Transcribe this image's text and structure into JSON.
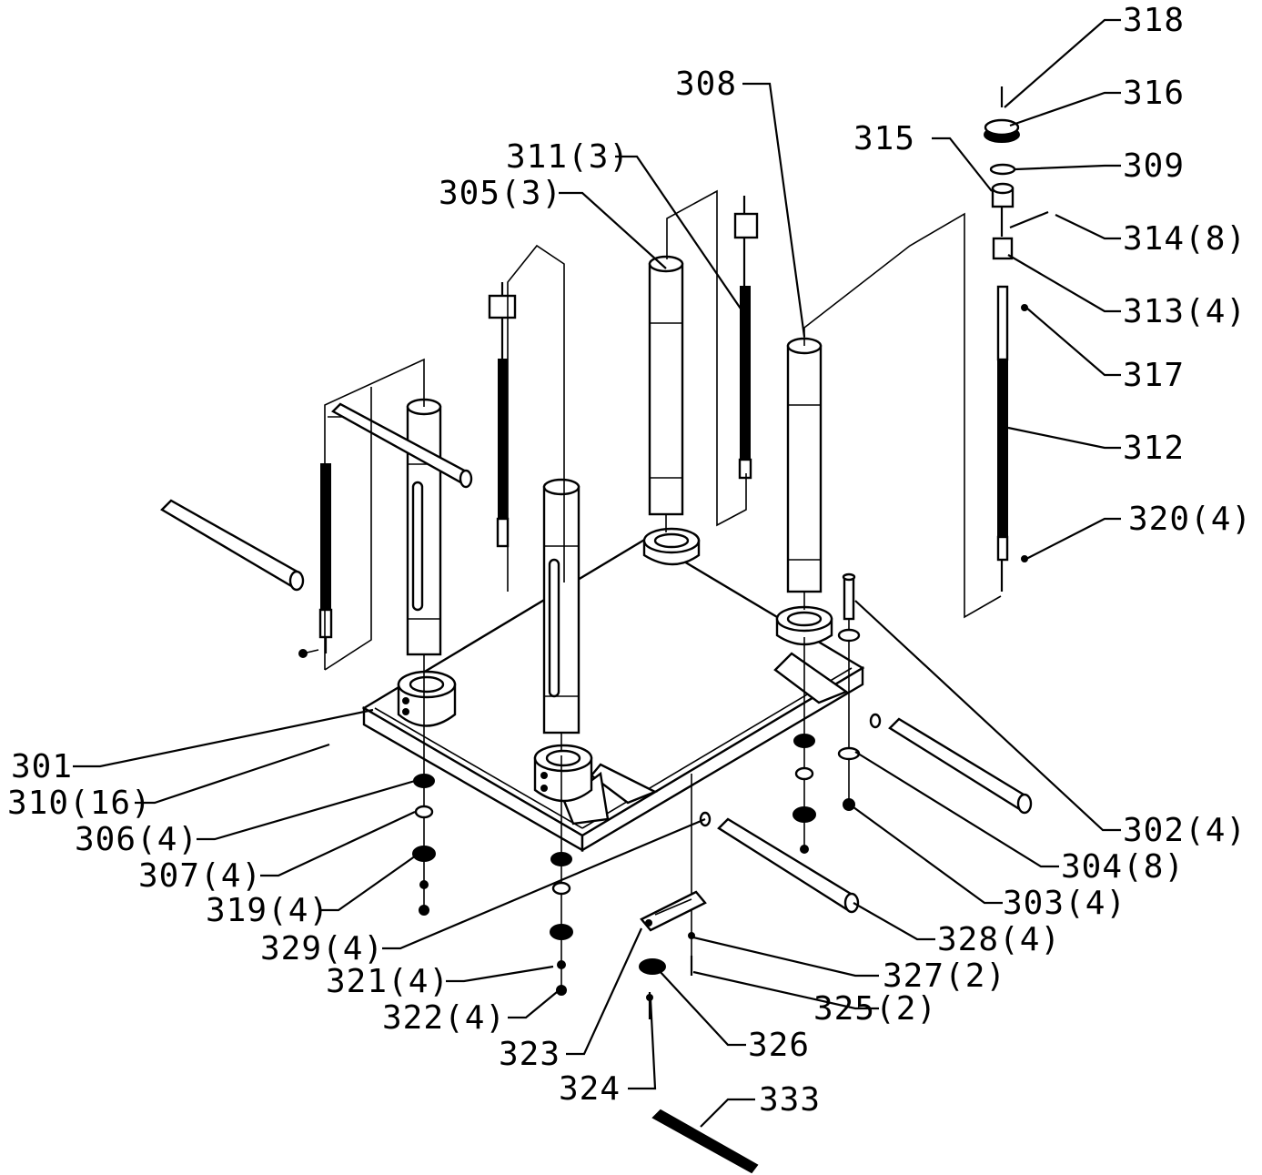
{
  "callouts": [
    {
      "id": "301",
      "text": "301"
    },
    {
      "id": "302",
      "text": "302(4)"
    },
    {
      "id": "303",
      "text": "303(4)"
    },
    {
      "id": "304",
      "text": "304(8)"
    },
    {
      "id": "305",
      "text": "305(3)"
    },
    {
      "id": "306",
      "text": "306(4)"
    },
    {
      "id": "307",
      "text": "307(4)"
    },
    {
      "id": "308",
      "text": "308"
    },
    {
      "id": "309",
      "text": "309"
    },
    {
      "id": "310",
      "text": "310(16)"
    },
    {
      "id": "311",
      "text": "311(3)"
    },
    {
      "id": "312",
      "text": "312"
    },
    {
      "id": "313",
      "text": "313(4)"
    },
    {
      "id": "314",
      "text": "314(8)"
    },
    {
      "id": "315",
      "text": "315"
    },
    {
      "id": "316",
      "text": "316"
    },
    {
      "id": "317",
      "text": "317"
    },
    {
      "id": "318",
      "text": "318"
    },
    {
      "id": "319",
      "text": "319(4)"
    },
    {
      "id": "320",
      "text": "320(4)"
    },
    {
      "id": "321",
      "text": "321(4)"
    },
    {
      "id": "322",
      "text": "322(4)"
    },
    {
      "id": "323",
      "text": "323"
    },
    {
      "id": "324",
      "text": "324"
    },
    {
      "id": "325",
      "text": "325(2)"
    },
    {
      "id": "326",
      "text": "326"
    },
    {
      "id": "327",
      "text": "327(2)"
    },
    {
      "id": "328",
      "text": "328(4)"
    },
    {
      "id": "329",
      "text": "329(4)"
    },
    {
      "id": "333",
      "text": "333"
    }
  ]
}
